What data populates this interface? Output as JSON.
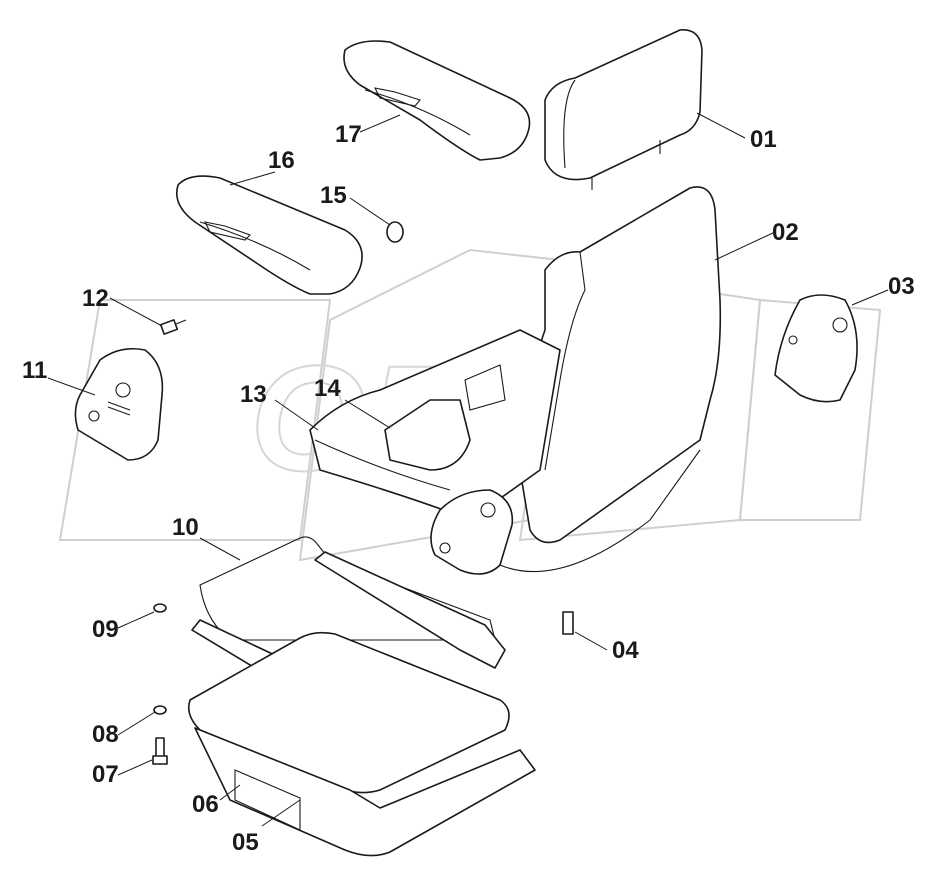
{
  "diagram": {
    "watermark": "OPEX",
    "callouts": [
      {
        "id": "01",
        "label": "01"
      },
      {
        "id": "02",
        "label": "02"
      },
      {
        "id": "03",
        "label": "03"
      },
      {
        "id": "04",
        "label": "04"
      },
      {
        "id": "05",
        "label": "05"
      },
      {
        "id": "06",
        "label": "06"
      },
      {
        "id": "07",
        "label": "07"
      },
      {
        "id": "08",
        "label": "08"
      },
      {
        "id": "09",
        "label": "09"
      },
      {
        "id": "10",
        "label": "10"
      },
      {
        "id": "11",
        "label": "11"
      },
      {
        "id": "12",
        "label": "12"
      },
      {
        "id": "13",
        "label": "13"
      },
      {
        "id": "14",
        "label": "14"
      },
      {
        "id": "15",
        "label": "15"
      },
      {
        "id": "16",
        "label": "16"
      },
      {
        "id": "17",
        "label": "17"
      }
    ]
  }
}
